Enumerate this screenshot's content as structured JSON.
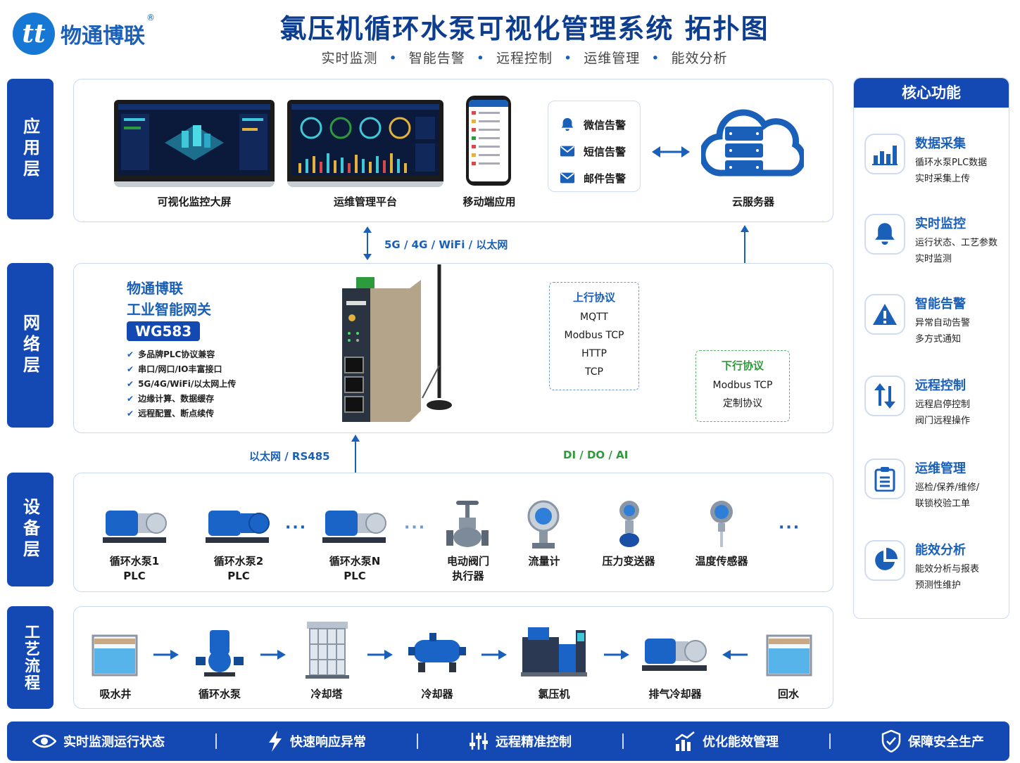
{
  "header": {
    "logo_mark": "tt",
    "logo_text": "物通博联",
    "logo_reg": "®",
    "title": "氯压机循环水泵可视化管理系统 拓扑图",
    "subtitle_items": [
      "实时监测",
      "智能告警",
      "远程控制",
      "运维管理",
      "能效分析"
    ],
    "subtitle_sep": "•"
  },
  "layers": {
    "app": "应用层",
    "network": "网络层",
    "device": "设备层",
    "process": "工艺流程"
  },
  "app_layer": {
    "big_screen": "可视化监控大屏",
    "ops_platform": "运维管理平台",
    "mobile": "移动端应用",
    "alerts": [
      "微信告警",
      "短信告警",
      "邮件告警"
    ],
    "cloud": "云服务器",
    "link": "5G / 4G / WiFi / 以太网"
  },
  "network_layer": {
    "brand": "物通博联",
    "product": "工业智能网关",
    "model": "WG583",
    "features": [
      "多品牌PLC协议兼容",
      "串口/网口/IO丰富接口",
      "5G/4G/WiFi/以太网上传",
      "边缘计算、数据缓存",
      "远程配置、断点续传"
    ],
    "up_title": "上行协议",
    "up_items": [
      "MQTT",
      "Modbus TCP",
      "HTTP",
      "TCP"
    ],
    "down_title": "下行协议",
    "down_items": [
      "Modbus TCP",
      "定制协议"
    ]
  },
  "device_layer": {
    "bus_left": "以太网 / RS485",
    "bus_right": "DI / DO / AI",
    "ellipsis": "···",
    "devices": [
      {
        "line1": "循环水泵1",
        "line2": "PLC"
      },
      {
        "line1": "循环水泵2",
        "line2": "PLC"
      },
      {
        "line1": "循环水泵N",
        "line2": "PLC"
      },
      {
        "line1": "电动阀门",
        "line2": "执行器"
      },
      {
        "line1": "流量计",
        "line2": ""
      },
      {
        "line1": "压力变送器",
        "line2": ""
      },
      {
        "line1": "温度传感器",
        "line2": ""
      }
    ]
  },
  "process_layer": {
    "steps": [
      "吸水井",
      "循环水泵",
      "冷却塔",
      "冷却器",
      "氯压机",
      "排气冷却器",
      "回水"
    ]
  },
  "sidebar": {
    "title": "核心功能",
    "items": [
      {
        "icon": "bar-chart-icon",
        "title": "数据采集",
        "desc1": "循环水泵PLC数据",
        "desc2": "实时采集上传"
      },
      {
        "icon": "bell-icon",
        "title": "实时监控",
        "desc1": "运行状态、工艺参数",
        "desc2": "实时监测"
      },
      {
        "icon": "warning-icon",
        "title": "智能告警",
        "desc1": "异常自动告警",
        "desc2": "多方式通知"
      },
      {
        "icon": "updown-arrows-icon",
        "title": "远程控制",
        "desc1": "远程启停控制",
        "desc2": "阀门远程操作"
      },
      {
        "icon": "clipboard-icon",
        "title": "运维管理",
        "desc1": "巡检/保养/维修/",
        "desc2": "联锁校验工单"
      },
      {
        "icon": "pie-chart-icon",
        "title": "能效分析",
        "desc1": "能效分析与报表",
        "desc2": "预测性维护"
      }
    ]
  },
  "footer": {
    "items": [
      "实时监测运行状态",
      "快速响应异常",
      "远程精准控制",
      "优化能效管理",
      "保障安全生产"
    ]
  },
  "colors": {
    "primary": "#1449b3",
    "accent": "#1a5fb8",
    "green": "#2e9a3e"
  }
}
